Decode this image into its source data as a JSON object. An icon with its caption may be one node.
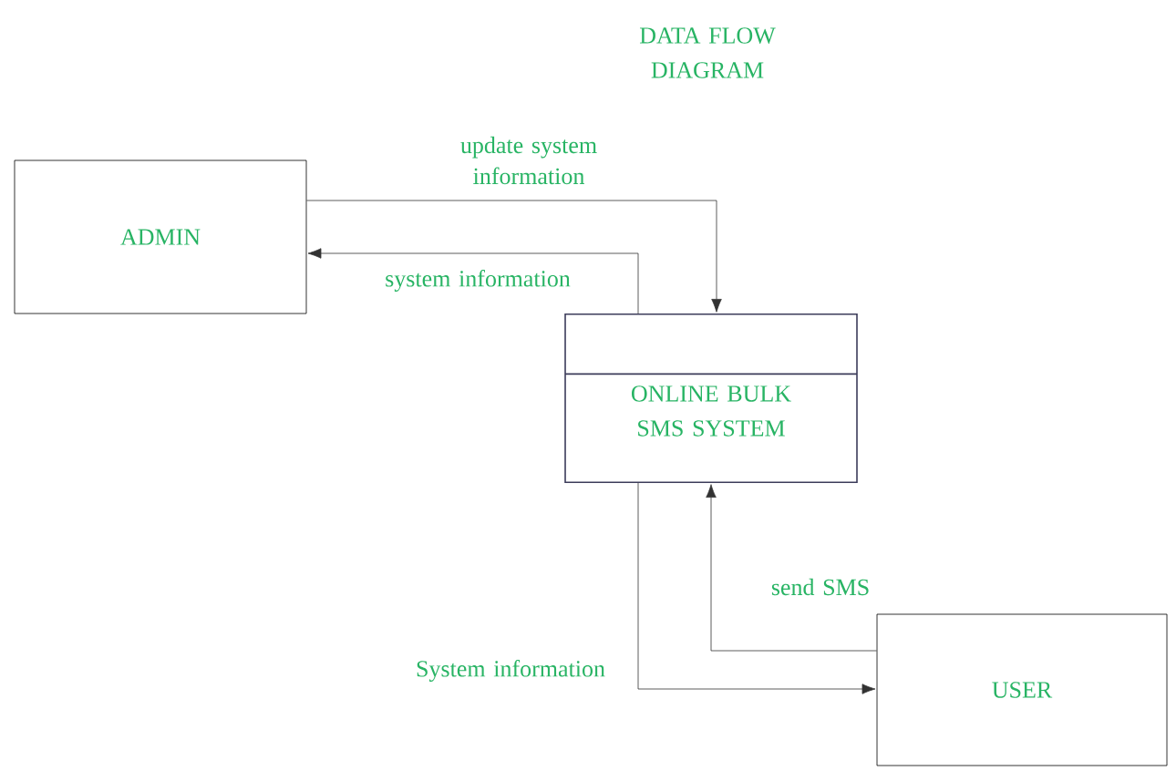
{
  "diagram": {
    "title": "DATA FLOW DIAGRAM",
    "nodes": [
      {
        "text": [
          "ADMIN"
        ]
      },
      {
        "text": [
          "ONLINE BULK SMS SYSTEM"
        ]
      },
      {
        "text": [
          "USER"
        ]
      }
    ],
    "edges": [
      {
        "from": 0,
        "to": 1,
        "arrow": "to",
        "label": "update system information"
      },
      {
        "from": 1,
        "to": 0,
        "arrow": "to",
        "label": "system information"
      },
      {
        "from": 1,
        "to": 2,
        "arrow": "to",
        "label": "System information"
      },
      {
        "from": 2,
        "to": 1,
        "arrow": "to",
        "label": "send SMS"
      }
    ]
  }
}
